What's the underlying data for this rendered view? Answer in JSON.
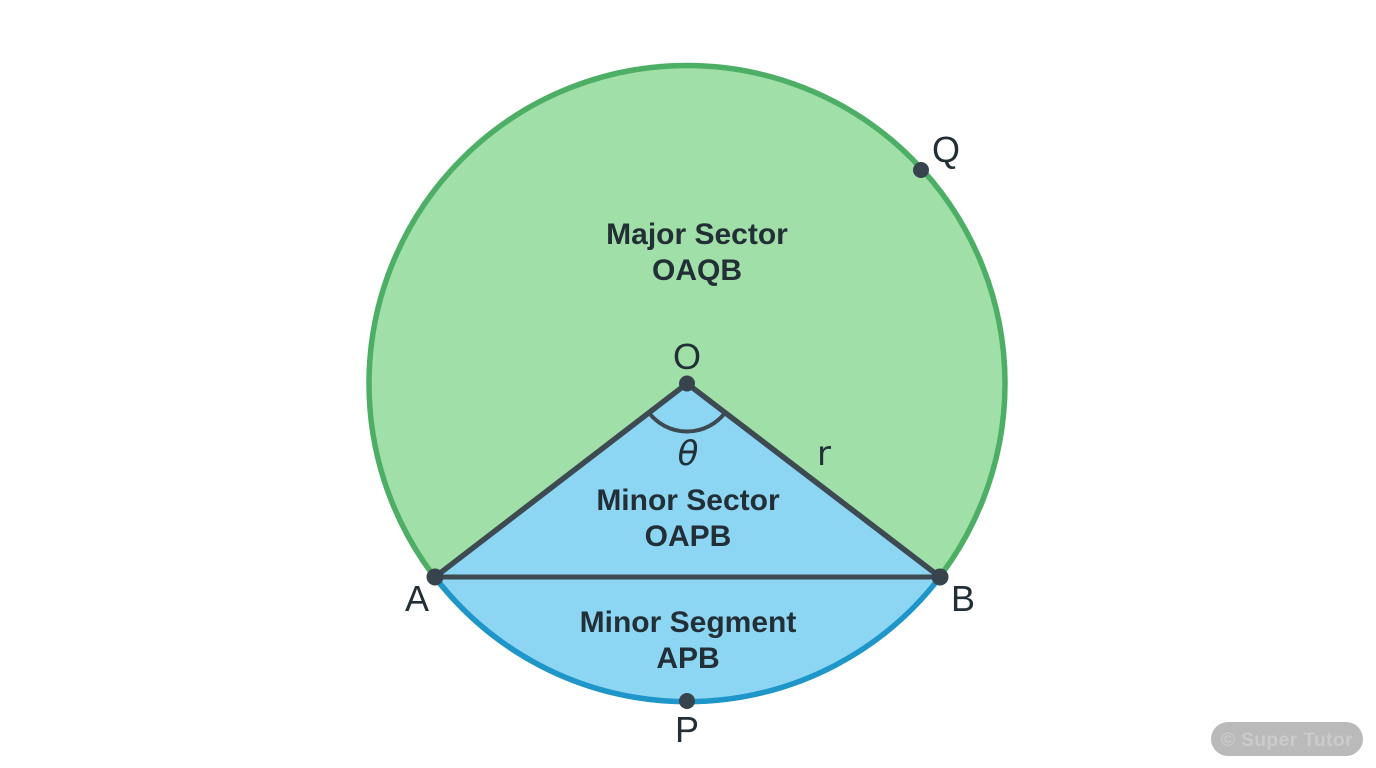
{
  "diagram": {
    "points": {
      "center": "O",
      "a": "A",
      "b": "B",
      "p": "P",
      "q": "Q"
    },
    "angle_label": "θ",
    "radius_label": "r",
    "regions": {
      "major_sector": {
        "line1": "Major Sector",
        "line2": "OAQB"
      },
      "minor_sector": {
        "line1": "Minor Sector",
        "line2": "OAPB"
      },
      "minor_segment": {
        "line1": "Minor Segment",
        "line2": "APB"
      }
    },
    "colors": {
      "major_fill": "#a0dfa7",
      "major_stroke": "#4daf66",
      "minor_fill": "#8cd6f3",
      "minor_stroke": "#1f96c9",
      "line": "#3d4a52",
      "dot": "#37444d",
      "text": "#232f36"
    }
  },
  "watermark": {
    "label": "© Super Tutor",
    "pill_color": "#b3b3b3",
    "text_color": "#cbcbcb"
  }
}
